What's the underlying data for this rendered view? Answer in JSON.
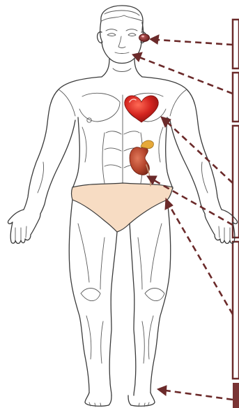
{
  "diagram": {
    "subject": "human-body-front-outline",
    "organs": [
      {
        "name": "eye",
        "icon": "eye-icon"
      },
      {
        "name": "heart",
        "icon": "heart-icon"
      },
      {
        "name": "kidney",
        "icon": "kidney-icon"
      }
    ],
    "colors": {
      "arrow": "#6b2a2a",
      "panel_border": "#6b2a2a",
      "panel_fill": "#7a3434",
      "heart": "#d3241f",
      "kidney": "#b5452c",
      "adrenal": "#e6a93a",
      "briefs": "#f7dcc3",
      "outline": "#3a3a3a"
    }
  }
}
